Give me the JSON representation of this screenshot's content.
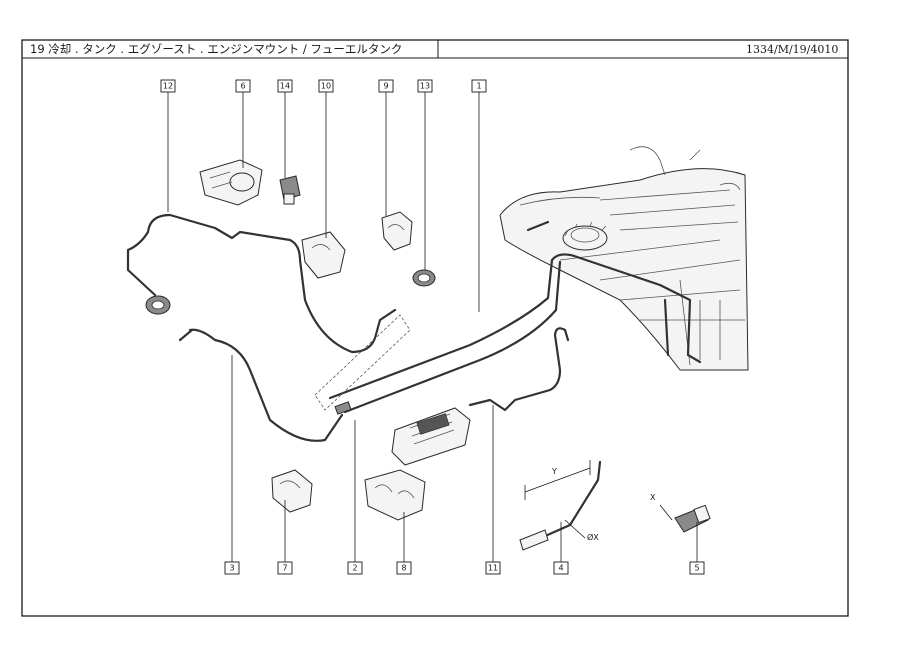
{
  "header": {
    "title": "19 冷却 . タンク . エグゾースト . エンジンマウント / フューエルタンク",
    "reference": "1334/M/19/4010"
  },
  "callouts": {
    "c12": "12",
    "c6": "6",
    "c14": "14",
    "c10": "10",
    "c9": "9",
    "c13": "13",
    "c1": "1",
    "c3": "3",
    "c7": "7",
    "c2": "2",
    "c8": "8",
    "c11": "11",
    "c4": "4",
    "c5": "5"
  },
  "dimensions": {
    "pipe_length": "Y",
    "pipe_diameter": "ØX",
    "fitting_size": "X"
  }
}
